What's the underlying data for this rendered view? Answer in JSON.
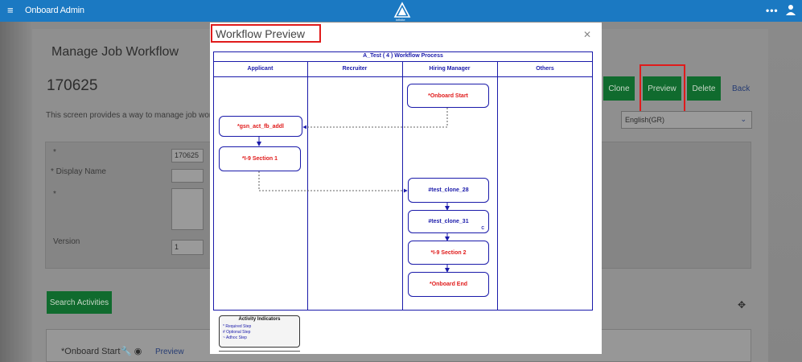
{
  "topbar": {
    "menu_glyph": "≡",
    "app_title": "Onboard Admin",
    "logo_text": "infinite",
    "more_glyph": "•••"
  },
  "page": {
    "heading": "Manage Job Workflow",
    "workflow_id": "170625",
    "description": "This screen provides a way to manage job workflows",
    "form": {
      "required_mark": "*",
      "id_value": "170625",
      "display_name_label": "* Display Name",
      "version_label": "Version",
      "version_value": "1"
    },
    "buttons": {
      "clone": "Clone",
      "preview": "Preview",
      "delete": "Delete",
      "back": "Back",
      "search_activities": "Search Activities"
    },
    "language_select": {
      "value": "English(GR)",
      "chevron": "⌄"
    },
    "activity": {
      "label": "*Onboard Start",
      "icons": "🔧 ◉",
      "preview_link": "Preview"
    },
    "move_glyph": "✥"
  },
  "modal": {
    "title": "Workflow Preview",
    "close_glyph": "✕",
    "diagram": {
      "title": "A_Test ( 4 ) Workflow Process",
      "lanes": [
        "Applicant",
        "Recruiter",
        "Hiring Manager",
        "Others"
      ],
      "nodes": {
        "onboard_start": "*Onboard Start",
        "gsn_act": "*gsn_act_fb_addl",
        "i9_section1": "*I-9 Section 1",
        "test_clone_28": "#test_clone_28",
        "test_clone_31": "#test_clone_31",
        "test_clone_31_tag": "C",
        "i9_section2": "*I-9 Section 2",
        "onboard_end": "*Onboard End"
      }
    },
    "legend": {
      "title": "Activity Indicators",
      "required": "* Required Step",
      "optional": "# Optional Step",
      "adhoc": "~ Adhoc Step"
    }
  },
  "colors": {
    "topbar": "#1b79c2",
    "diagram_blue": "#1a1aaa",
    "required_red": "#e01b1b",
    "button_green": "#106b2e",
    "highlight_red": "#e01b1b"
  }
}
